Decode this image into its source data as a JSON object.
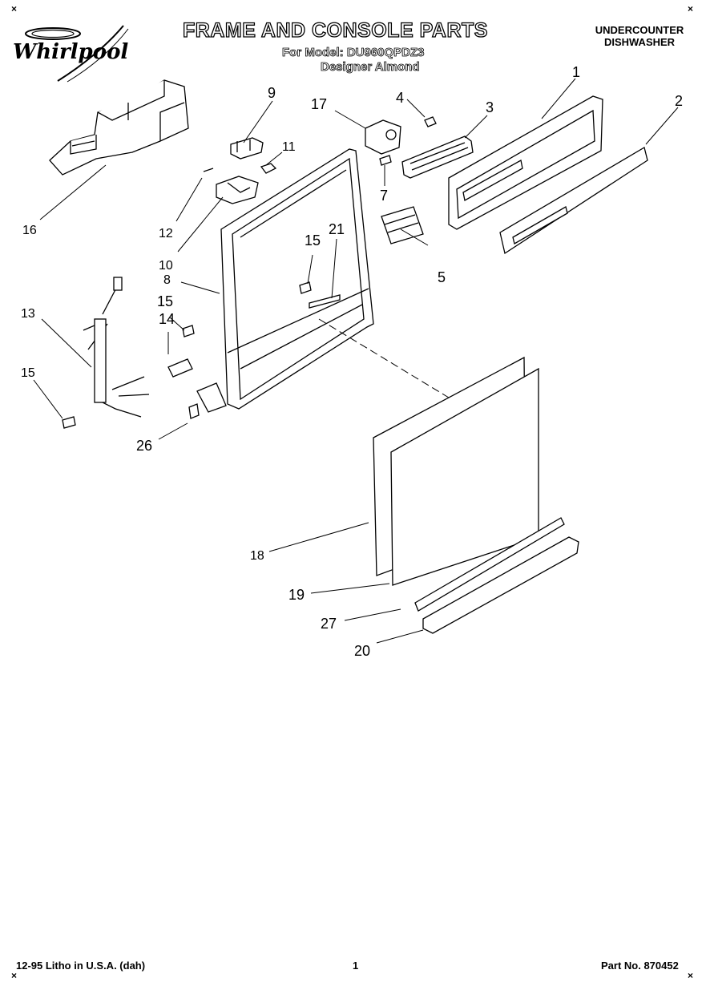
{
  "header": {
    "brand": "Whirlpool",
    "title": "FRAME AND CONSOLE PARTS",
    "model_line": "For Model: DU960QPDZ3",
    "color_line": "Designer Almond",
    "product_line1": "UNDERCOUNTER",
    "product_line2": "DISHWASHER"
  },
  "callouts": [
    "1",
    "2",
    "3",
    "4",
    "5",
    "7",
    "8",
    "9",
    "10",
    "11",
    "12",
    "13",
    "14",
    "15",
    "15",
    "15",
    "16",
    "17",
    "18",
    "19",
    "20",
    "21",
    "26",
    "27"
  ],
  "footer": {
    "print_info": "12-95 Litho in U.S.A. (dah)",
    "page_number": "1",
    "part_number": "Part No. 870452"
  }
}
